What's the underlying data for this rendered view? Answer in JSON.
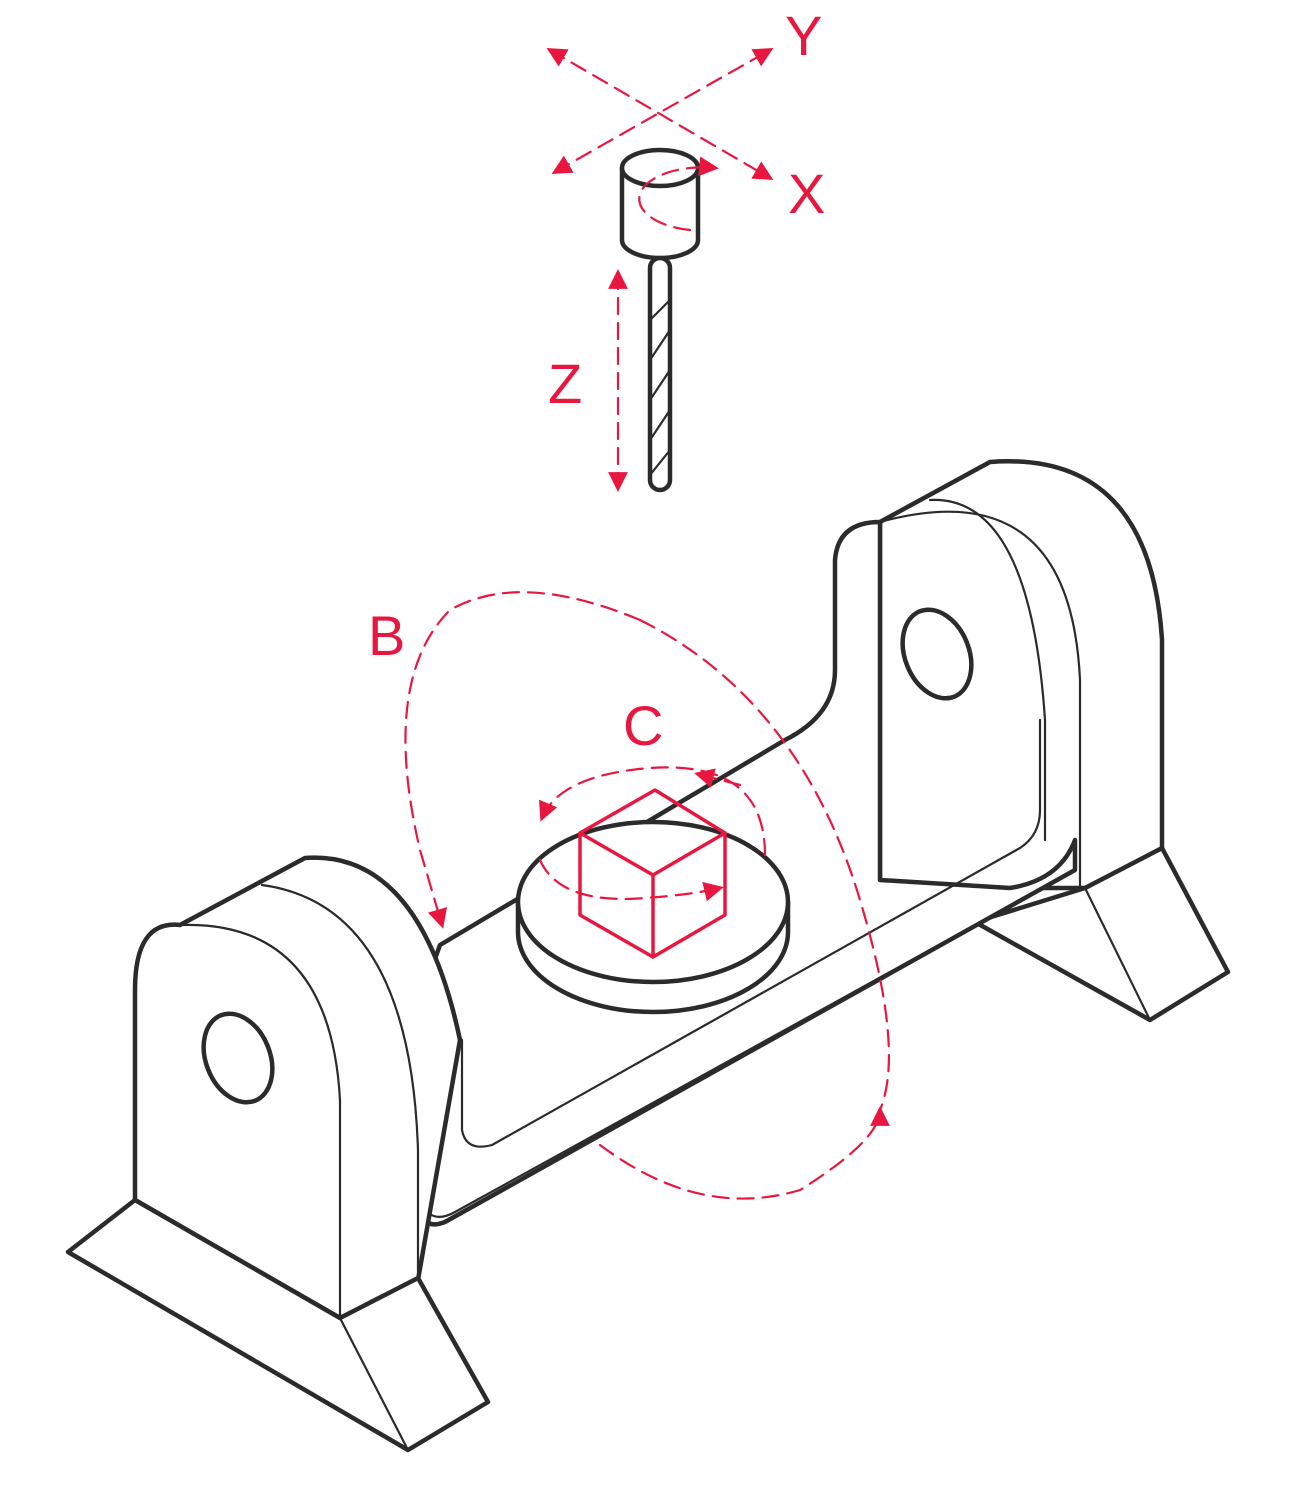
{
  "colors": {
    "accent": "#e8173f",
    "line": "#2b2b2b",
    "background": "#ffffff"
  },
  "labels": {
    "x_axis": "X",
    "y_axis": "Y",
    "z_axis": "Z",
    "b_axis": "B",
    "c_axis": "C"
  }
}
